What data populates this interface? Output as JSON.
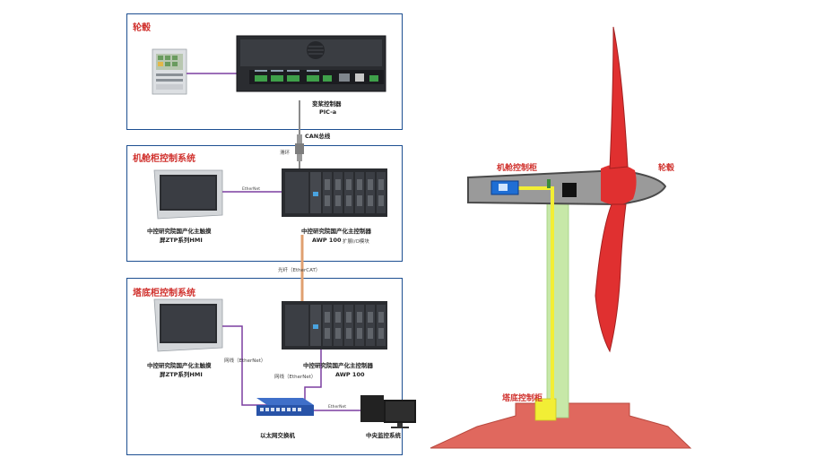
{
  "panels": {
    "hub": {
      "title": "轮毂"
    },
    "nacelle": {
      "title": "机舱柜控制系统"
    },
    "tower": {
      "title": "塔底柜控制系统"
    }
  },
  "labels": {
    "pitch_controller": "变桨控制器",
    "pitch_model": "PIC-a",
    "can_bus": "CAN总线",
    "slip_ring": "滑环",
    "hmi_top_line1": "中控研究院国产化主触摸",
    "hmi_top_line2": "屏ZTP系列HMI",
    "main_ctrl_top_line1": "中控研究院国产化主控制器",
    "main_ctrl_top_line2": "AWP 100",
    "main_ctrl_top_note": "扩展I/O模块",
    "ethernet_top": "EtherNet",
    "fiber": "光纤（EtherCAT）",
    "hmi_bot_line1": "中控研究院国产化主触摸",
    "hmi_bot_line2": "屏ZTP系列HMI",
    "main_ctrl_bot_line1": "中控研究院国产化主控制器",
    "main_ctrl_bot_line2": "AWP 100",
    "net_cable_left": "网线（EtherNet）",
    "net_cable_mid": "网线（EtherNet）",
    "ethernet_switch": "以太网交换机",
    "ethernet_pc": "EtherNet",
    "central_monitor": "中央监控系统"
  },
  "turbine": {
    "nacelle_cabinet": "机舱控制柜",
    "hub": "轮毂",
    "tower_cabinet": "塔底控制柜"
  },
  "colors": {
    "frame": "#1d4f91",
    "title_red": "#d0312d",
    "blade_red": "#e03030",
    "foundation": "#e0685e",
    "tower_green": "#c7e8a8",
    "cable_yellow": "#f2ee35",
    "link_purple": "#7b3fa0",
    "fiber_orange": "#e0a070",
    "cabinet_blue": "#1f6ed4"
  }
}
